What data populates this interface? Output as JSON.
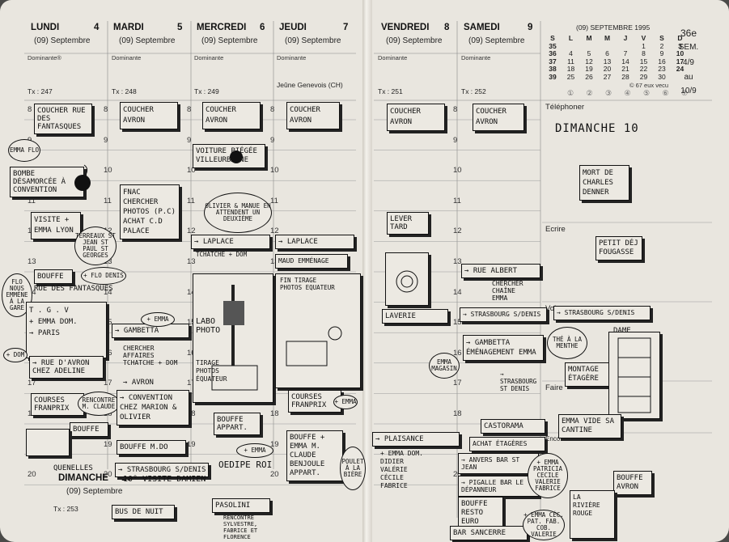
{
  "days": [
    {
      "name": "LUNDI",
      "num": "4",
      "month": "(09) Septembre",
      "dominante": "Dominante®",
      "tx": "Tx : 247"
    },
    {
      "name": "MARDI",
      "num": "5",
      "month": "(09) Septembre",
      "dominante": "Dominante",
      "tx": "Tx : 248"
    },
    {
      "name": "MERCREDI",
      "num": "6",
      "month": "(09) Septembre",
      "dominante": "Dominante",
      "tx": "Tx : 249"
    },
    {
      "name": "JEUDI",
      "num": "7",
      "month": "(09) Septembre",
      "dominante": "Dominante",
      "tx": "",
      "note": "Jeûne Genevois (CH)"
    },
    {
      "name": "VENDREDI",
      "num": "8",
      "month": "(09) Septembre",
      "dominante": "Dominante",
      "tx": "Tx : 251"
    },
    {
      "name": "SAMEDI",
      "num": "9",
      "month": "(09) Septembre",
      "dominante": "Dominante",
      "tx": "Tx : 252"
    }
  ],
  "sunday": {
    "name": "DIMANCHE",
    "num": "10",
    "month": "(09) Septembre",
    "tx": "Tx : 253"
  },
  "hours_left": [
    "8",
    "9",
    "10",
    "11",
    "12",
    "13",
    "14",
    "15",
    "16",
    "17",
    "18",
    "19",
    "20"
  ],
  "hours_day": [
    "8",
    "9",
    "10",
    "11",
    "12",
    "13",
    "14",
    "15",
    "16",
    "17",
    "18",
    "19",
    "20"
  ],
  "calendar": {
    "title": "(09) SEPTEMBRE 1995",
    "header": [
      "S",
      "L",
      "M",
      "M",
      "J",
      "V",
      "S",
      "D"
    ],
    "rows": [
      [
        "35",
        "",
        "",
        "",
        "",
        "1",
        "2",
        "3"
      ],
      [
        "36",
        "4",
        "5",
        "6",
        "7",
        "8",
        "9",
        "10"
      ],
      [
        "37",
        "11",
        "12",
        "13",
        "14",
        "15",
        "16",
        "17"
      ],
      [
        "38",
        "18",
        "19",
        "20",
        "21",
        "22",
        "23",
        "24"
      ],
      [
        "39",
        "25",
        "26",
        "27",
        "28",
        "29",
        "30",
        ""
      ]
    ],
    "footnote": "© 67 eux vecu",
    "week": "36e",
    "week_label": "SEM.",
    "range_from": "4/9",
    "range_mid": "au",
    "range_to": "10/9",
    "moon": [
      "①",
      "②",
      "③",
      "④",
      "⑤",
      "⑥",
      "⑦"
    ]
  },
  "sections": {
    "telephoner": "Téléphoner",
    "ecrire": "Ecrire",
    "voir": "Voir",
    "faire": "Faire",
    "encore": "Enco"
  },
  "notes": {
    "lun_coucher": "COUCHER RUE DES FANTASQUES",
    "lun_emma": "EMMA FLO",
    "lun_bombe": "BOMBE DÉSAMORCÉE À CONVENTION",
    "lun_visite": "VISITE + EMMA LYON",
    "lun_terreaux": "TERREAUX ST JEAN ST PAUL ST GEORGES",
    "lun_bouffe": "BOUFFE",
    "lun_flo": "FLO NOUS EMMÈNE À LA GARE",
    "lun_flodenis": "+ FLO DENIS",
    "lun_rue_fant": "RUE DES FANTASQUES",
    "lun_tgv": "T . G . V",
    "lun_emma2": "+ EMMA DOM.",
    "lun_paris": "→ PARIS",
    "lun_dom": "+ DOM",
    "lun_avron": "→ RUE D'AVRON CHEZ ADELINE",
    "lun_courses": "COURSES FRANPRIX",
    "lun_rencontre": "RENCONTRE M. CLAUDE",
    "lun_bouffe2": "BOUFFE",
    "lun_quenelles": "QUENELLES",
    "mar_coucher": "COUCHER AVRON",
    "mar_fnac": "FNAC CHERCHER PHOTOS (P.C) ACHAT C.D PALACE",
    "mar_gambetta": "→ GAMBETTA",
    "mar_emma": "+ EMMA",
    "mar_affaires": "CHERCHER AFFAIRES TCHATCHE + DOM",
    "mar_avron": "→ AVRON",
    "mar_convention": "→ CONVENTION CHEZ MARION & OLIVIER",
    "mar_bouffe": "BOUFFE M.DO",
    "mar_strasbourg": "→ STRASBOURG S/DENIS",
    "mar_visite": "10° VISITE DAMIEN",
    "mar_bus": "BUS DE NUIT",
    "mer_coucher": "COUCHER AVRON",
    "mer_voiture": "VOITURE PIÉGÉE VILLEURBANNE",
    "mer_olivier": "OLIVIER & MANUE EN ATTENDENT UN DEUXIÈME",
    "mer_laplace": "→ LAPLACE",
    "mer_tchatche": "TCHATCHE + DOM",
    "mer_labo": "LABO PHOTO",
    "mer_tirage": "TIRAGE PHOTOS ÉQUATEUR",
    "mer_bouffe": "BOUFFE APPART.",
    "mer_emma": "+ EMMA",
    "mer_oedipe": "OEDIPE ROI",
    "mer_pasolini": "PASOLINI",
    "mer_rencontre": "RENCONTRE SYLVESTRE, FABRICE ET FLORENCE",
    "jeu_coucher": "COUCHER AVRON",
    "jeu_laplace": "→ LAPLACE",
    "jeu_demenage": "MAUD EMMÉNAGE",
    "jeu_fin": "FIN TIRAGE PHOTOS EQUATEUR",
    "jeu_courses": "COURSES FRANPRIX",
    "jeu_emma": "+ EMMA",
    "jeu_bouffe": "BOUFFE + EMMA M. CLAUDE BENJOULE APPART.",
    "jeu_poulet": "POULET À LA BIÈRE",
    "ven_coucher": "COUCHER AVRON",
    "ven_lever": "LEVER TARD",
    "ven_laverie": "LAVERIE",
    "ven_plaisance": "→ PLAISANCE",
    "ven_emma": "+ EMMA DOM. DIDIER VALÉRIE CÉCILE FABRICE",
    "ven_emma2": "EMMA MAGASIN",
    "sam_coucher": "COUCHER AVRON",
    "sam_rue": "→ RUE ALBERT",
    "sam_chercher": "CHERCHER CHAÎNE EMMA",
    "sam_strasbourg": "→ STRASBOURG S/DENIS",
    "sam_gambetta": "→ GAMBETTA",
    "sam_emmenagement": "ÉMÉNAGEMENT EMMA",
    "sam_strasb2": "→ STRASBOURG ST DENIS",
    "sam_castorama": "CASTORAMA",
    "sam_achat": "ACHAT ÉTAGÈRES",
    "sam_anvers": "→ ANVERS BAR ST JEAN",
    "sam_pigalle": "→ PIGALLE BAR LE DÉPANNEUR",
    "sam_bouffe": "BOUFFE RESTO EURO",
    "sam_bar": "BAR SANCERRE",
    "sam_emma": "+ EMMA PATRICIA CECILE VALERIE FABRICE",
    "sam_emma2": "+ EMMA CÉC. PAT. FAB. COB. VALERIE",
    "dim_titre": "DIMANCHE 10",
    "dim_mort": "MORT DE CHARLES DENNER",
    "dim_petit": "PETIT DÉJ FOUGASSE",
    "dim_strasbourg": "→ STRASBOURG S/DENIS",
    "dim_the": "THÉ À LA MENTHE",
    "dim_dame": "DAME",
    "dim_montage": "MONTAGE ÉTAGÈRE",
    "dim_emma": "EMMA VIDE SA CANTINE",
    "dim_bouffe": "BOUFFE AVRON",
    "dim_riviere": "LA RIVIÈRE ROUGE"
  }
}
